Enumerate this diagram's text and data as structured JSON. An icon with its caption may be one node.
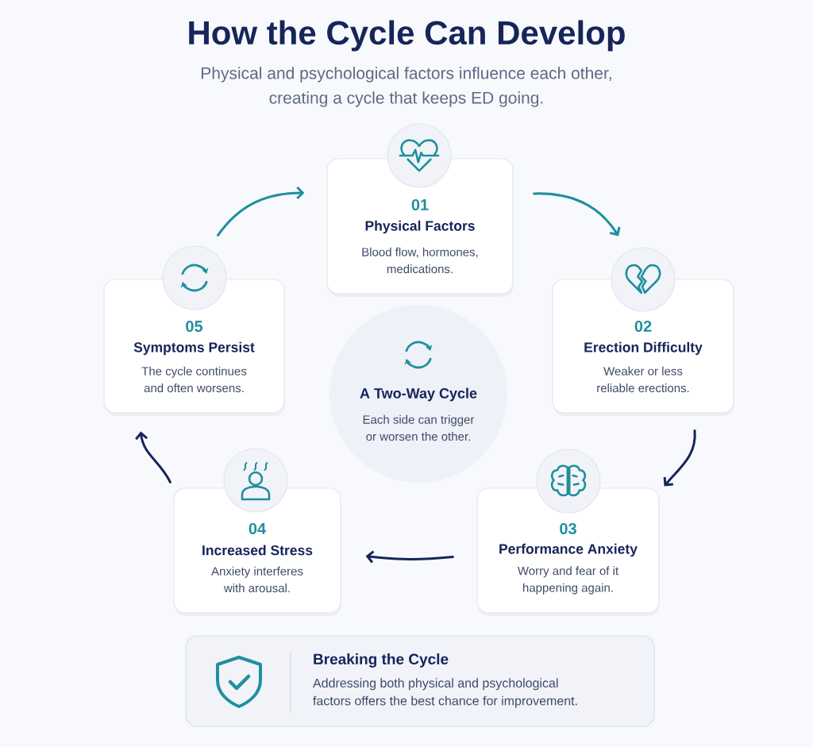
{
  "diagram": {
    "title": "How the Cycle Can Develop",
    "nodes": [
      {
        "text": [
          "01",
          "Physical Factors",
          "Blood flow, hormones, medications."
        ]
      },
      {
        "text": [
          "02",
          "Erection Difficulty",
          "Weaker or less reliable erections."
        ]
      },
      {
        "text": [
          "03",
          "Performance Anxiety",
          "Worry and fear of it happening again."
        ]
      },
      {
        "text": [
          "04",
          "Increased Stress",
          "Anxiety interferes with arousal."
        ]
      },
      {
        "text": [
          "05",
          "Symptoms Persist",
          "The cycle continues and often worsens."
        ]
      },
      {
        "text": [
          "A Two-Way Cycle",
          "Each side can trigger or worsen the other."
        ]
      },
      {
        "text": [
          "Breaking the Cycle",
          "Addressing both physical and psychological factors offers the best chance for improvement."
        ]
      }
    ],
    "edges": [
      {
        "from": 4,
        "to": 0,
        "arrow": "to",
        "color": "#1f8f9d"
      },
      {
        "from": 0,
        "to": 1,
        "arrow": "to",
        "color": "#1f8f9d"
      },
      {
        "from": 1,
        "to": 2,
        "arrow": "to"
      },
      {
        "from": 2,
        "to": 3,
        "arrow": "to"
      },
      {
        "from": 3,
        "to": 4,
        "arrow": "to"
      }
    ],
    "labels": [
      "Physical and psychological factors influence each other, creating a cycle that keeps ED going."
    ]
  }
}
